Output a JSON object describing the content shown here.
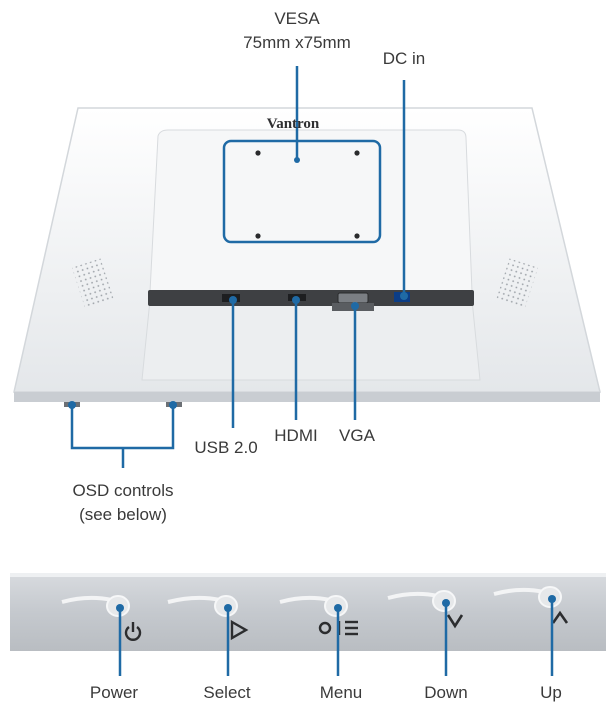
{
  "monitor": {
    "brand_logo": "Vantron"
  },
  "callouts": {
    "vesa_title": "VESA",
    "vesa_size": "75mm x75mm",
    "dc_in": "DC in",
    "usb": "USB 2.0",
    "hdmi": "HDMI",
    "vga": "VGA",
    "osd_title": "OSD controls",
    "osd_subtitle": "(see below)"
  },
  "osd_buttons": [
    {
      "label": "Power",
      "symbol": "power-icon"
    },
    {
      "label": "Select",
      "symbol": "select-triangle-icon"
    },
    {
      "label": "Menu",
      "symbol": "menu-icon"
    },
    {
      "label": "Down",
      "symbol": "chevron-down-icon"
    },
    {
      "label": "Up",
      "symbol": "chevron-up-icon"
    }
  ],
  "colors": {
    "callout_line": "#1f6aa5",
    "monitor_body": "#f2f4f6",
    "strip": "#c9cdd2"
  }
}
